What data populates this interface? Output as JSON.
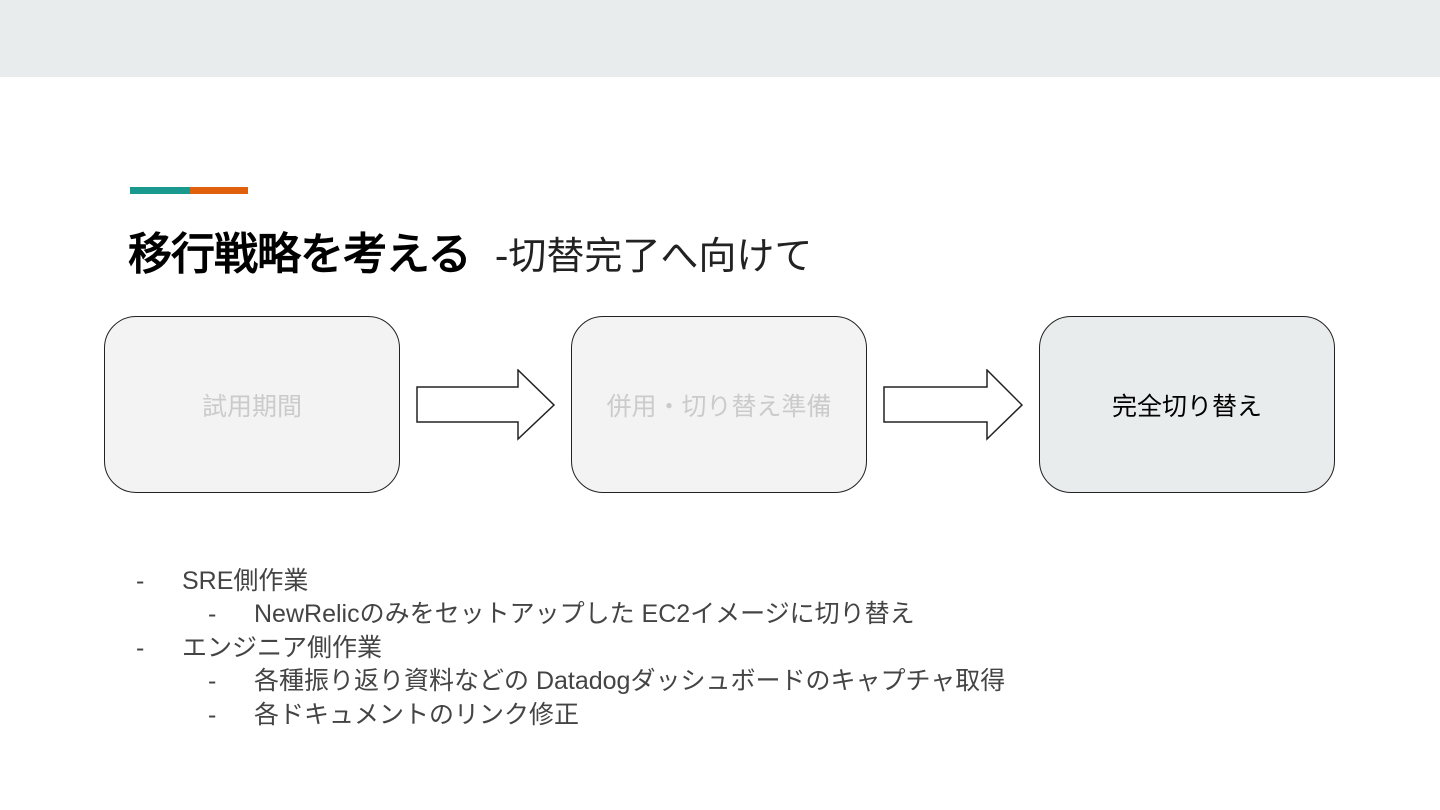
{
  "slide": {
    "title": "移行戦略を考える",
    "subtitle": "-切替完了へ向けて",
    "accent_colors": [
      "#1a9a8e",
      "#e1600c"
    ]
  },
  "flow": {
    "steps": [
      {
        "label": "試用期間",
        "state": "inactive"
      },
      {
        "label": "併用・切り替え準備",
        "state": "inactive"
      },
      {
        "label": "完全切り替え",
        "state": "active"
      }
    ]
  },
  "bullets": [
    {
      "level": 1,
      "marker": "-",
      "text": "SRE側作業"
    },
    {
      "level": 2,
      "marker": "-",
      "text": "NewRelicのみをセットアップした EC2イメージに切り替え"
    },
    {
      "level": 1,
      "marker": "-",
      "text": "エンジニア側作業"
    },
    {
      "level": 2,
      "marker": "-",
      "text": "各種振り返り資料などの Datadogダッシュボードのキャプチャ取得"
    },
    {
      "level": 2,
      "marker": "-",
      "text": "各ドキュメントのリンク修正"
    }
  ]
}
